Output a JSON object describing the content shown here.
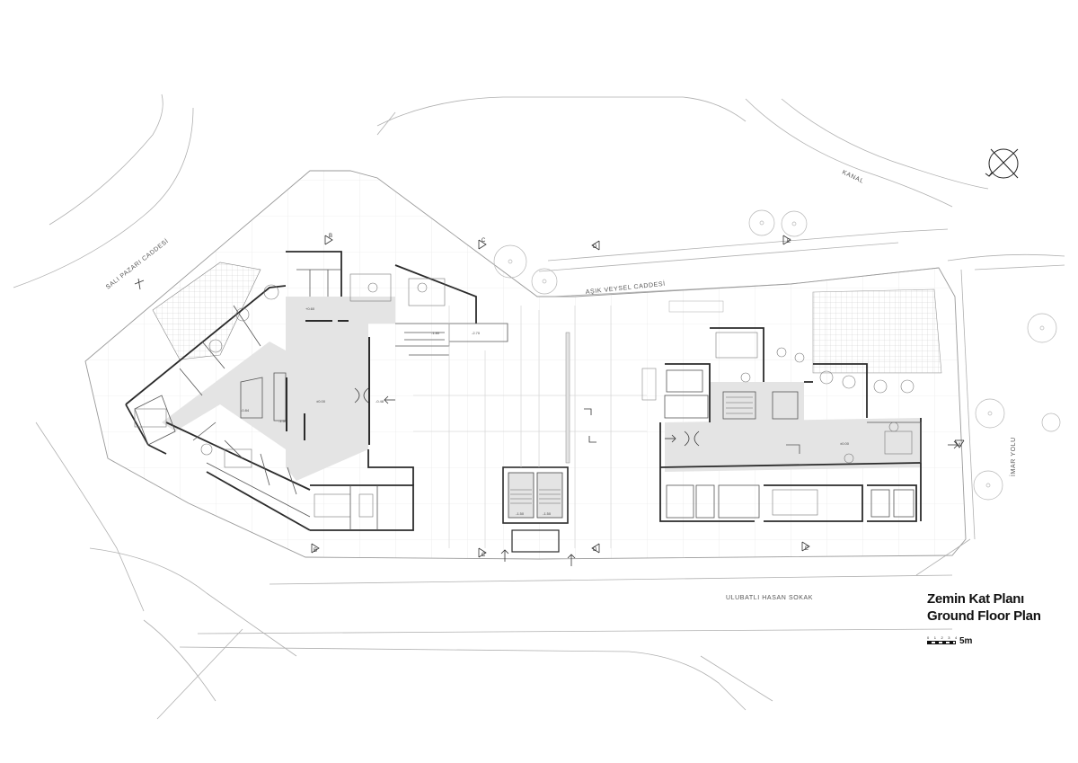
{
  "title": {
    "turkish": "Zemin Kat Planı",
    "english": "Ground Floor Plan"
  },
  "streets": {
    "sali_pazari": "SALI PAZARI CADDESİ",
    "kanal": "KANAL",
    "asik_veysel": "AŞIK VEYSEL CADDESİ",
    "imar_yolu": "İMAR YOLU",
    "ulubatli": "ULUBATLI HASAN SOKAK"
  },
  "sections": {
    "a": "A",
    "b": "B",
    "c": "C",
    "d": "D",
    "e": "E"
  },
  "levels": {
    "main_hall": "±0.00",
    "upper": "+0.60",
    "lower": "-1.50",
    "left_low": "-0.84",
    "ramp": "-0.48",
    "stair": "-1.80",
    "terrace": "-2.70",
    "right_hall": "±0.00",
    "core_left": "-1.50",
    "core_right": "-1.50"
  },
  "scale": {
    "ticks": "0 1 2 3 4",
    "label": "5m"
  },
  "colors": {
    "floor": "#e4e4e4",
    "wall": "#2b2b2b",
    "site_line": "#9a9a9a"
  }
}
